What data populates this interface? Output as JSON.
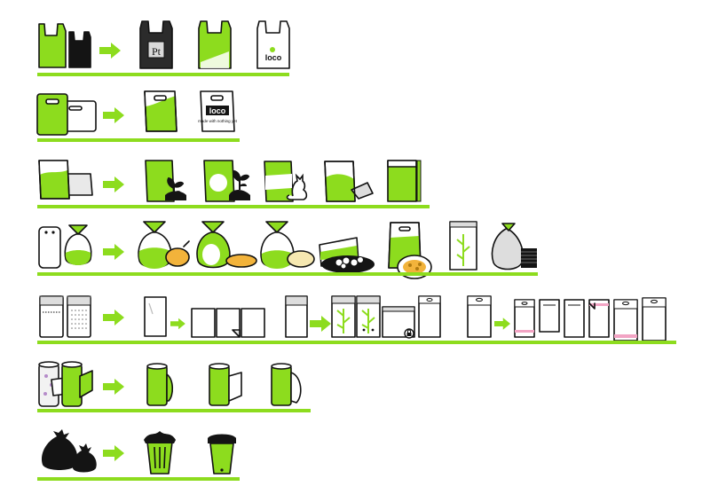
{
  "colors": {
    "accent": "#8ddc1e",
    "outline": "#111111",
    "black": "#141414",
    "gray": "#dddddd",
    "pink": "#f2a4c4",
    "food": "#f2b33b"
  },
  "printed_text": {
    "logo_mark": "Pt",
    "logo_word": "loco",
    "bag_note": "made with nothing yet"
  },
  "rows": [
    {
      "row": 1,
      "inputs": [
        "t-shirt-bag-green",
        "t-shirt-bag-black"
      ],
      "outputs": [
        "t-shirt-bag-printed-pt",
        "t-shirt-bag-plain",
        "t-shirt-bag-logo"
      ]
    },
    {
      "row": 2,
      "inputs": [
        "die-cut-bag-green",
        "die-cut-bag-white"
      ],
      "outputs": [
        "die-cut-bag-plain",
        "die-cut-bag-logo"
      ]
    },
    {
      "row": 3,
      "inputs": [
        "flat-bag-green",
        "flat-bag-white"
      ],
      "outputs": [
        "bag-plant",
        "bag-soil",
        "bag-cat",
        "bag-powder",
        "bag-strip"
      ]
    },
    {
      "row": 4,
      "inputs": [
        "plain-bag-gray",
        "tied-bag-green"
      ],
      "outputs": [
        "tied-bag-chicken",
        "tied-bag-bread",
        "tied-bag-cheese",
        "bag-plate",
        "bag-snacks",
        "clear-bag-herb",
        "tied-bag-stack"
      ]
    },
    {
      "row": 5,
      "inputs": [
        "clear-sheet",
        "perforated-sheet"
      ],
      "outputs": [
        "clear-bag",
        "clear-bag-set",
        "header-bag",
        "bag-herbs-group",
        "header-bag-set"
      ]
    },
    {
      "row": 6,
      "inputs": [
        "roll-printed",
        "roll-green"
      ],
      "outputs": [
        "roll-1",
        "roll-2",
        "roll-3"
      ]
    },
    {
      "row": 7,
      "inputs": [
        "garbage-bags-black"
      ],
      "outputs": [
        "trash-bin-lined",
        "trash-bin-round"
      ]
    }
  ]
}
